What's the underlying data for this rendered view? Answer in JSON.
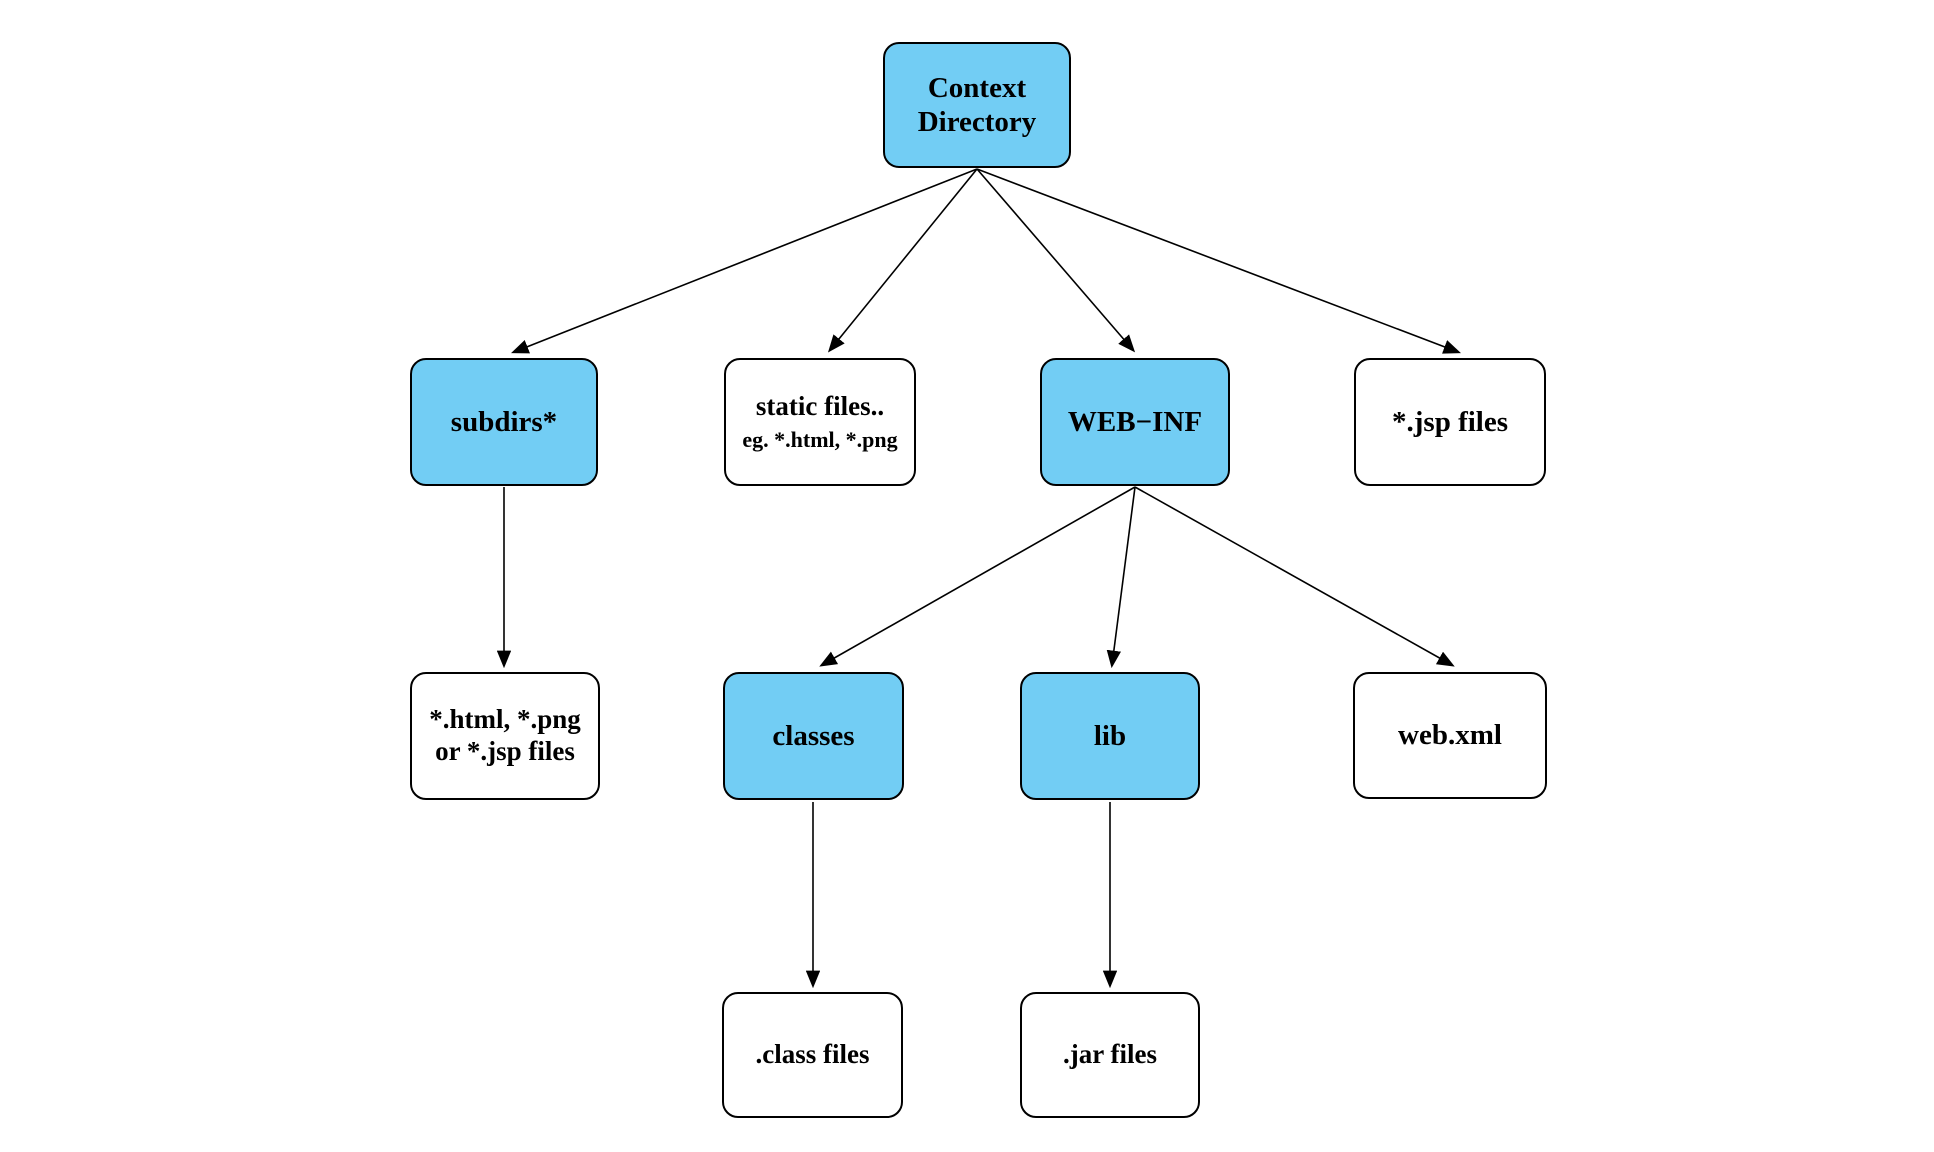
{
  "diagram": {
    "colors": {
      "highlight_fill": "#72cdf4",
      "plain_fill": "#ffffff",
      "border": "#000000",
      "text": "#000000",
      "background": "#ffffff"
    },
    "nodes": {
      "root": {
        "lines": [
          "Context",
          "Directory"
        ],
        "fill": "highlight"
      },
      "subdirs": {
        "lines": [
          "subdirs*"
        ],
        "fill": "highlight"
      },
      "static_files": {
        "lines": [
          "static files..",
          "eg. *.html, *.png"
        ],
        "fill": "plain"
      },
      "web_inf": {
        "lines": [
          "WEB−INF"
        ],
        "fill": "highlight"
      },
      "jsp_files": {
        "lines": [
          "*.jsp files"
        ],
        "fill": "plain"
      },
      "subdir_contents": {
        "lines": [
          "*.html, *.png",
          "or *.jsp files"
        ],
        "fill": "plain"
      },
      "classes": {
        "lines": [
          "classes"
        ],
        "fill": "highlight"
      },
      "lib": {
        "lines": [
          "lib"
        ],
        "fill": "highlight"
      },
      "web_xml": {
        "lines": [
          "web.xml"
        ],
        "fill": "plain"
      },
      "class_files": {
        "lines": [
          ".class files"
        ],
        "fill": "plain"
      },
      "jar_files": {
        "lines": [
          ".jar files"
        ],
        "fill": "plain"
      }
    },
    "edges": [
      {
        "from": "root",
        "to": "subdirs"
      },
      {
        "from": "root",
        "to": "static_files"
      },
      {
        "from": "root",
        "to": "web_inf"
      },
      {
        "from": "root",
        "to": "jsp_files"
      },
      {
        "from": "subdirs",
        "to": "subdir_contents"
      },
      {
        "from": "web_inf",
        "to": "classes"
      },
      {
        "from": "web_inf",
        "to": "lib"
      },
      {
        "from": "web_inf",
        "to": "web_xml"
      },
      {
        "from": "classes",
        "to": "class_files"
      },
      {
        "from": "lib",
        "to": "jar_files"
      }
    ]
  }
}
